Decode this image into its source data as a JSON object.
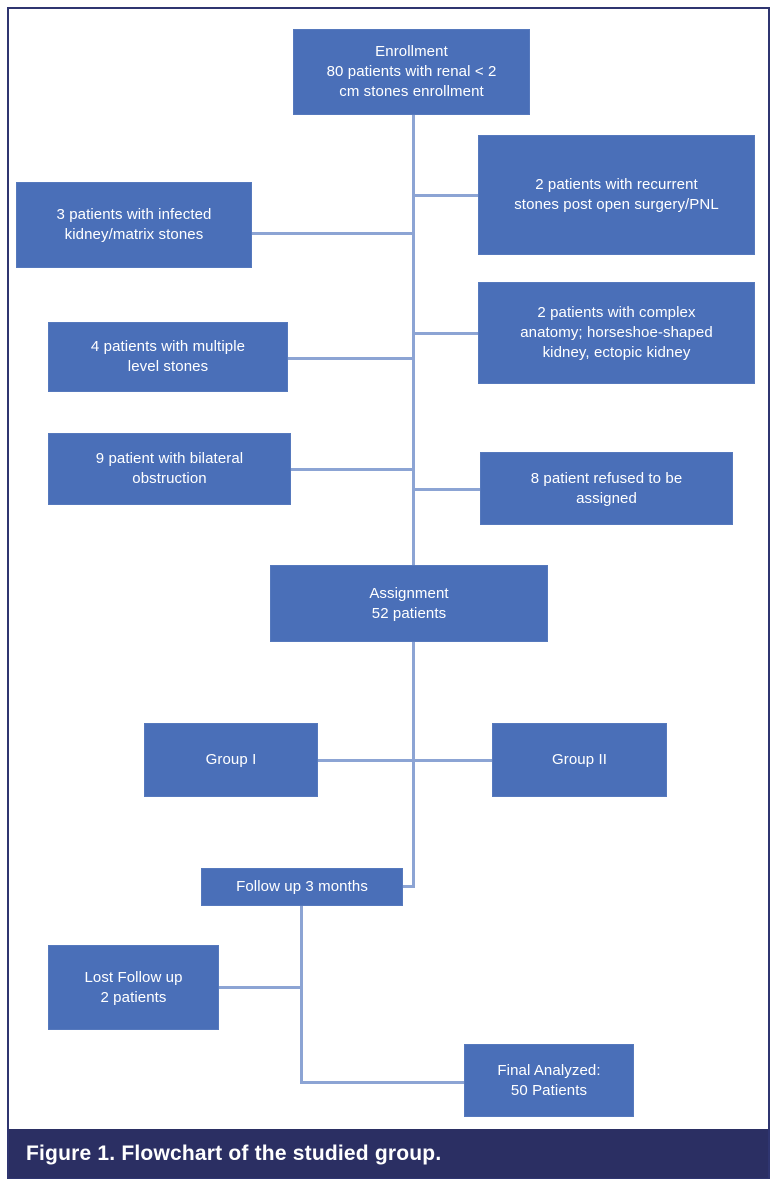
{
  "figure": {
    "caption": "Figure 1.  Flowchart of the studied group.",
    "frame_border_color": "#2f3570",
    "caption_bar_color": "#2b2f63",
    "node_fill_color": "#4a6fb8",
    "node_text_color": "#ffffff",
    "connector_color": "#8ca4d4",
    "background_color": "#ffffff"
  },
  "chart_data": {
    "type": "diagram",
    "title": "Figure 1.  Flowchart of the studied group.",
    "nodes": [
      {
        "id": "enrollment",
        "lines": [
          "Enrollment",
          "80 patients with renal  < 2",
          "cm stones enrollment"
        ],
        "count": 80,
        "stage": "enrollment"
      },
      {
        "id": "excl-recurrent",
        "lines": [
          "2 patients with recurrent",
          "stones post open surgery/PNL"
        ],
        "count": 2,
        "stage": "exclusion"
      },
      {
        "id": "excl-infected",
        "lines": [
          "3 patients with infected",
          "kidney/matrix stones"
        ],
        "count": 3,
        "stage": "exclusion"
      },
      {
        "id": "excl-complex-anatomy",
        "lines": [
          "2 patients with complex",
          "anatomy; horseshoe-shaped",
          "kidney, ectopic kidney"
        ],
        "count": 2,
        "stage": "exclusion"
      },
      {
        "id": "excl-multilevel",
        "lines": [
          "4 patients with multiple",
          "level stones"
        ],
        "count": 4,
        "stage": "exclusion"
      },
      {
        "id": "excl-bilateral",
        "lines": [
          "9 patient with  bilateral",
          "obstruction"
        ],
        "count": 9,
        "stage": "exclusion"
      },
      {
        "id": "excl-refused",
        "lines": [
          "8 patient refused to be",
          "assigned"
        ],
        "count": 8,
        "stage": "exclusion"
      },
      {
        "id": "assignment",
        "lines": [
          "Assignment",
          "52 patients"
        ],
        "count": 52,
        "stage": "assignment"
      },
      {
        "id": "group-1",
        "lines": [
          "Group I"
        ],
        "stage": "allocation"
      },
      {
        "id": "group-2",
        "lines": [
          "Group II"
        ],
        "stage": "allocation"
      },
      {
        "id": "follow-up",
        "lines": [
          "Follow up 3 months"
        ],
        "stage": "follow-up"
      },
      {
        "id": "lost-follow-up",
        "lines": [
          "Lost Follow up",
          "2 patients"
        ],
        "count": 2,
        "stage": "follow-up"
      },
      {
        "id": "final-analyzed",
        "lines": [
          "Final Analyzed:",
          "50 Patients"
        ],
        "count": 50,
        "stage": "analysis"
      }
    ],
    "edges": [
      {
        "from": "enrollment",
        "to": "excl-recurrent"
      },
      {
        "from": "enrollment",
        "to": "excl-infected"
      },
      {
        "from": "enrollment",
        "to": "excl-complex-anatomy"
      },
      {
        "from": "enrollment",
        "to": "excl-multilevel"
      },
      {
        "from": "enrollment",
        "to": "excl-bilateral"
      },
      {
        "from": "enrollment",
        "to": "excl-refused"
      },
      {
        "from": "enrollment",
        "to": "assignment"
      },
      {
        "from": "assignment",
        "to": "group-1"
      },
      {
        "from": "assignment",
        "to": "group-2"
      },
      {
        "from": "assignment",
        "to": "follow-up"
      },
      {
        "from": "follow-up",
        "to": "lost-follow-up"
      },
      {
        "from": "follow-up",
        "to": "final-analyzed"
      }
    ]
  },
  "nodes": {
    "enrollment": {
      "l0": "Enrollment",
      "l1": "80 patients with renal  < 2",
      "l2": "cm stones enrollment"
    },
    "excl_recurrent": {
      "l0": "2 patients with recurrent",
      "l1": "stones post open surgery/PNL"
    },
    "excl_infected": {
      "l0": "3 patients with infected",
      "l1": "kidney/matrix stones"
    },
    "excl_complex": {
      "l0": "2 patients with complex",
      "l1": "anatomy; horseshoe-shaped",
      "l2": "kidney, ectopic kidney"
    },
    "excl_multilevel": {
      "l0": "4 patients with multiple",
      "l1": "level stones"
    },
    "excl_bilateral": {
      "l0": "9 patient with  bilateral",
      "l1": "obstruction"
    },
    "excl_refused": {
      "l0": "8 patient refused to be",
      "l1": "assigned"
    },
    "assignment": {
      "l0": "Assignment",
      "l1": "52 patients"
    },
    "group_1": {
      "l0": "Group I"
    },
    "group_2": {
      "l0": "Group II"
    },
    "follow_up": {
      "l0": "Follow up 3 months"
    },
    "lost_follow_up": {
      "l0": "Lost Follow up",
      "l1": "2 patients"
    },
    "final_analyzed": {
      "l0": "Final Analyzed:",
      "l1": "50 Patients"
    }
  }
}
